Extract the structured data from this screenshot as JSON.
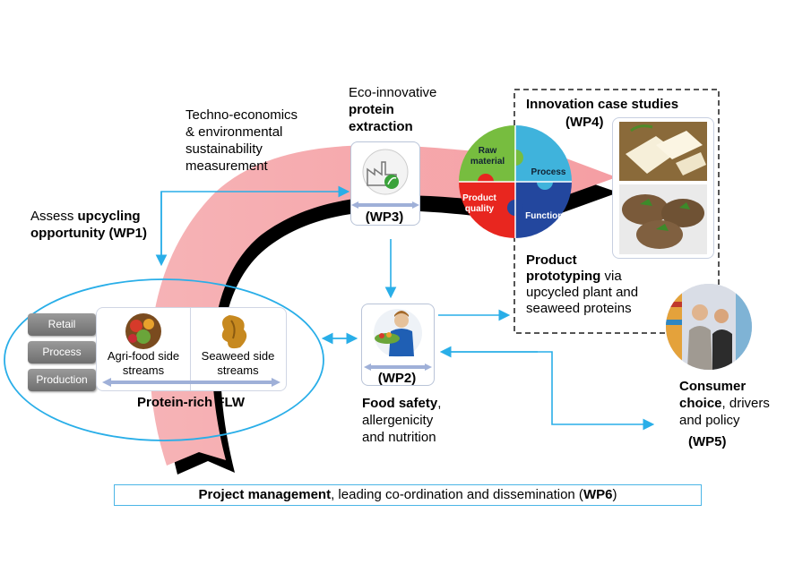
{
  "assess": {
    "pre": "Assess ",
    "bold1": "upcycling",
    "bold2": "opportunity",
    "wp": "(WP1)"
  },
  "techno": {
    "line1": "Techno-economics",
    "line2": "& environmental",
    "line3": "sustainability",
    "line4": "measurement"
  },
  "eco": {
    "line1": "Eco-innovative",
    "line2": "protein",
    "line3": "extraction",
    "wp": "(WP3)"
  },
  "innovation": {
    "title": "Innovation case studies",
    "wp": "(WP4)"
  },
  "puzzle": {
    "raw": "Raw",
    "material": "material",
    "process": "Process",
    "product": "Product",
    "quality": "quality",
    "functions": "Functions"
  },
  "prototyping": {
    "bold1": "Product",
    "bold2": "prototyping",
    "rest2": " via",
    "line3": "upcycled plant and",
    "line4": "seaweed proteins"
  },
  "flw": {
    "pills": [
      "Retail",
      "Process",
      "Production"
    ],
    "agri1": "Agri-food side",
    "agri2": "streams",
    "sea1": "Seaweed side",
    "sea2": "streams",
    "title": "Protein-rich FLW"
  },
  "food": {
    "wp": "(WP2)",
    "bold": "Food safety",
    "rest": ",",
    "line2": "allergenicity",
    "line3": "and nutrition"
  },
  "consumer": {
    "bold1": "Consumer",
    "bold2": "choice",
    "rest2": ", drivers",
    "line3": "and policy",
    "wp": "(WP5)"
  },
  "pm": {
    "bold": "Project management",
    "mid": ", leading co-ordination and dissemination (",
    "wp": "WP6",
    "end": ")"
  },
  "colors": {
    "arrow": "#f7a9ad",
    "arrow_shadow": "#000000",
    "connector": "#29aee8",
    "ellipse": "#29aee8",
    "puzzle_green": "#77bd3f",
    "puzzle_blue": "#3fb3dc",
    "puzzle_red": "#e8261f",
    "puzzle_navy": "#23479e"
  },
  "icons": [
    "factory-leaf-icon",
    "vegetables-icon",
    "seaweed-icon",
    "chef-icon",
    "tofu-photo-icon",
    "patties-photo-icon",
    "shopping-couple-icon"
  ]
}
